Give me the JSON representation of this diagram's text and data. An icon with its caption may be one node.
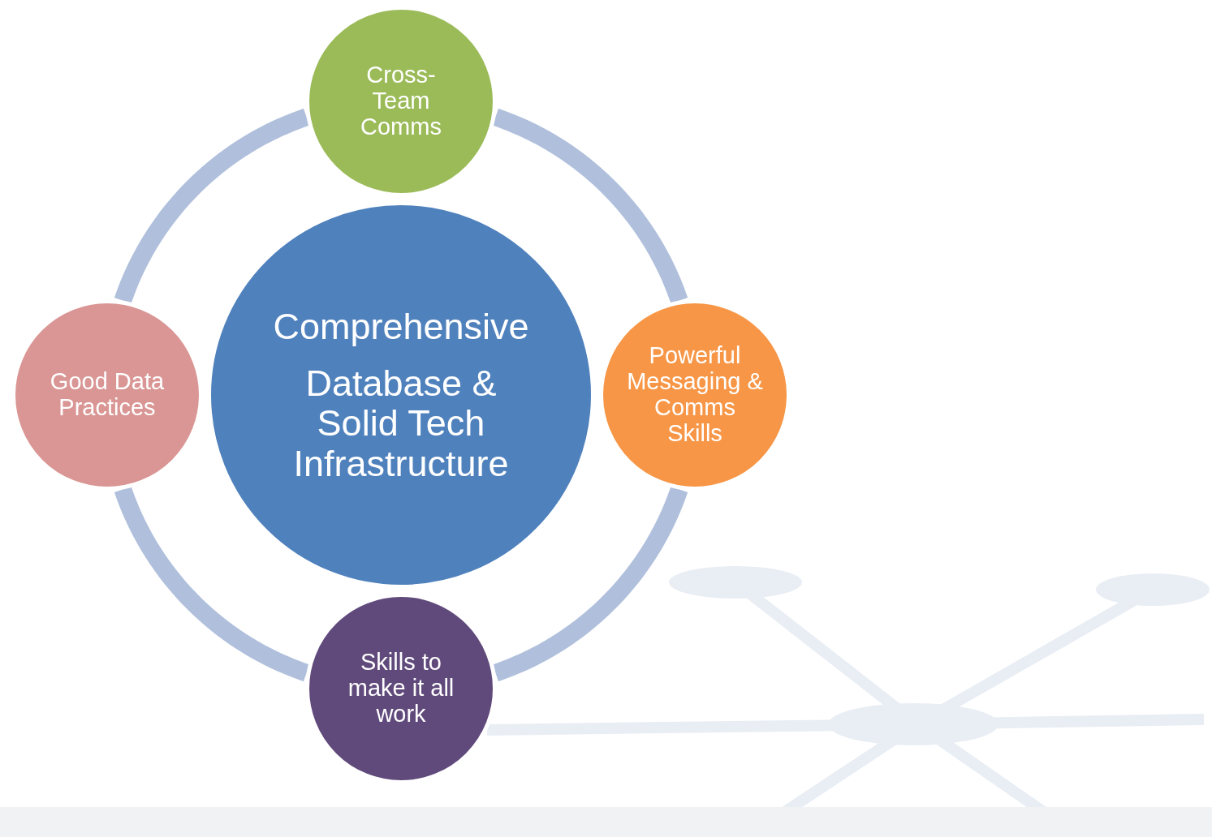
{
  "diagram": {
    "nodes": [
      {
        "text": [
          "Cross-Team Comms"
        ]
      },
      {
        "text": [
          "Good Data Practices"
        ]
      },
      {
        "text": [
          "Comprehensive",
          "Database & Solid Tech Infrastructure"
        ]
      },
      {
        "text": [
          "Powerful Messaging & Comms Skills"
        ]
      },
      {
        "text": [
          "Skills to make it all work"
        ]
      }
    ],
    "edges": [
      {
        "from": 0,
        "to": 3,
        "arrow": "none"
      },
      {
        "from": 3,
        "to": 4,
        "arrow": "none"
      },
      {
        "from": 4,
        "to": 1,
        "arrow": "none"
      },
      {
        "from": 1,
        "to": 0,
        "arrow": "none"
      }
    ]
  }
}
